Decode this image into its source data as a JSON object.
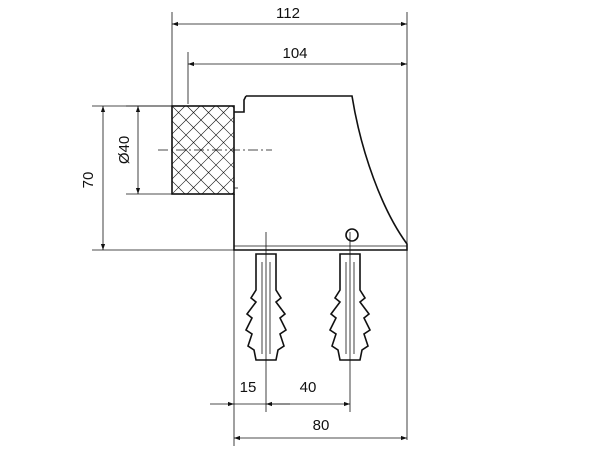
{
  "dimensions": {
    "overall_width": "112",
    "flange_width": "104",
    "buffer_diameter": "Ø40",
    "height": "70",
    "edge_offset": "15",
    "plug_spacing": "40",
    "base_width": "80"
  }
}
